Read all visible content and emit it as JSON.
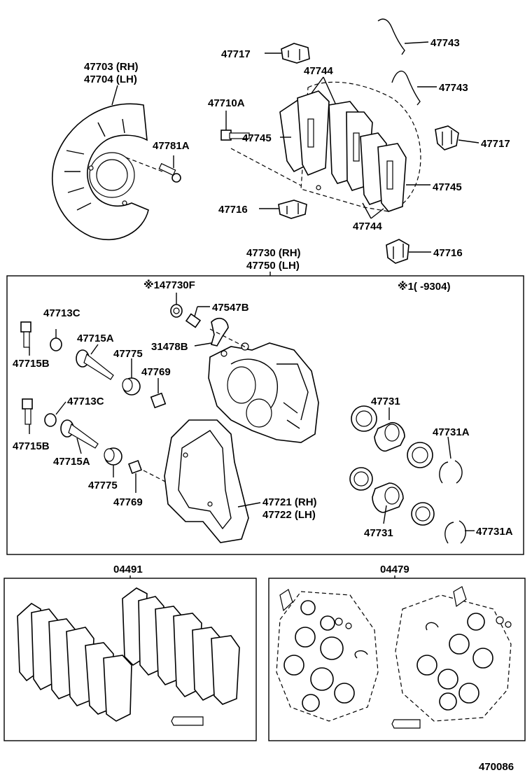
{
  "diagram": {
    "figure_code": "470086",
    "callouts": {
      "c47703": "47703 (RH)",
      "c47704": "47704 (LH)",
      "c47781A": "47781A",
      "c47717_top": "47717",
      "c47743_top": "47743",
      "c47744_top": "47744",
      "c47743_mid": "47743",
      "c47710A": "47710A",
      "c47745_left": "47745",
      "c47717_right": "47717",
      "c47745_right": "47745",
      "c47716_left": "47716",
      "c47744_bottom": "47744",
      "c47716_right": "47716",
      "c47730": "47730 (RH)",
      "c47750": "47750 (LH)",
      "c147730F": "※147730F",
      "note_1": "※1(      -9304)",
      "c47547B": "47547B",
      "c47713C_top": "47713C",
      "c47715A_top": "47715A",
      "c31478B": "31478B",
      "c47775_top": "47775",
      "c47769_top": "47769",
      "c47715B_top": "47715B",
      "c47713C_bottom": "47713C",
      "c47731_top": "47731",
      "c47731A_top": "47731A",
      "c47715B_bottom": "47715B",
      "c47715A_bottom": "47715A",
      "c47775_bottom": "47775",
      "c47769_bottom": "47769",
      "c47721": "47721 (RH)",
      "c47722": "47722 (LH)",
      "c47731_bottom": "47731",
      "c47731A_bottom": "47731A",
      "c04491": "04491",
      "c04479": "04479"
    }
  }
}
